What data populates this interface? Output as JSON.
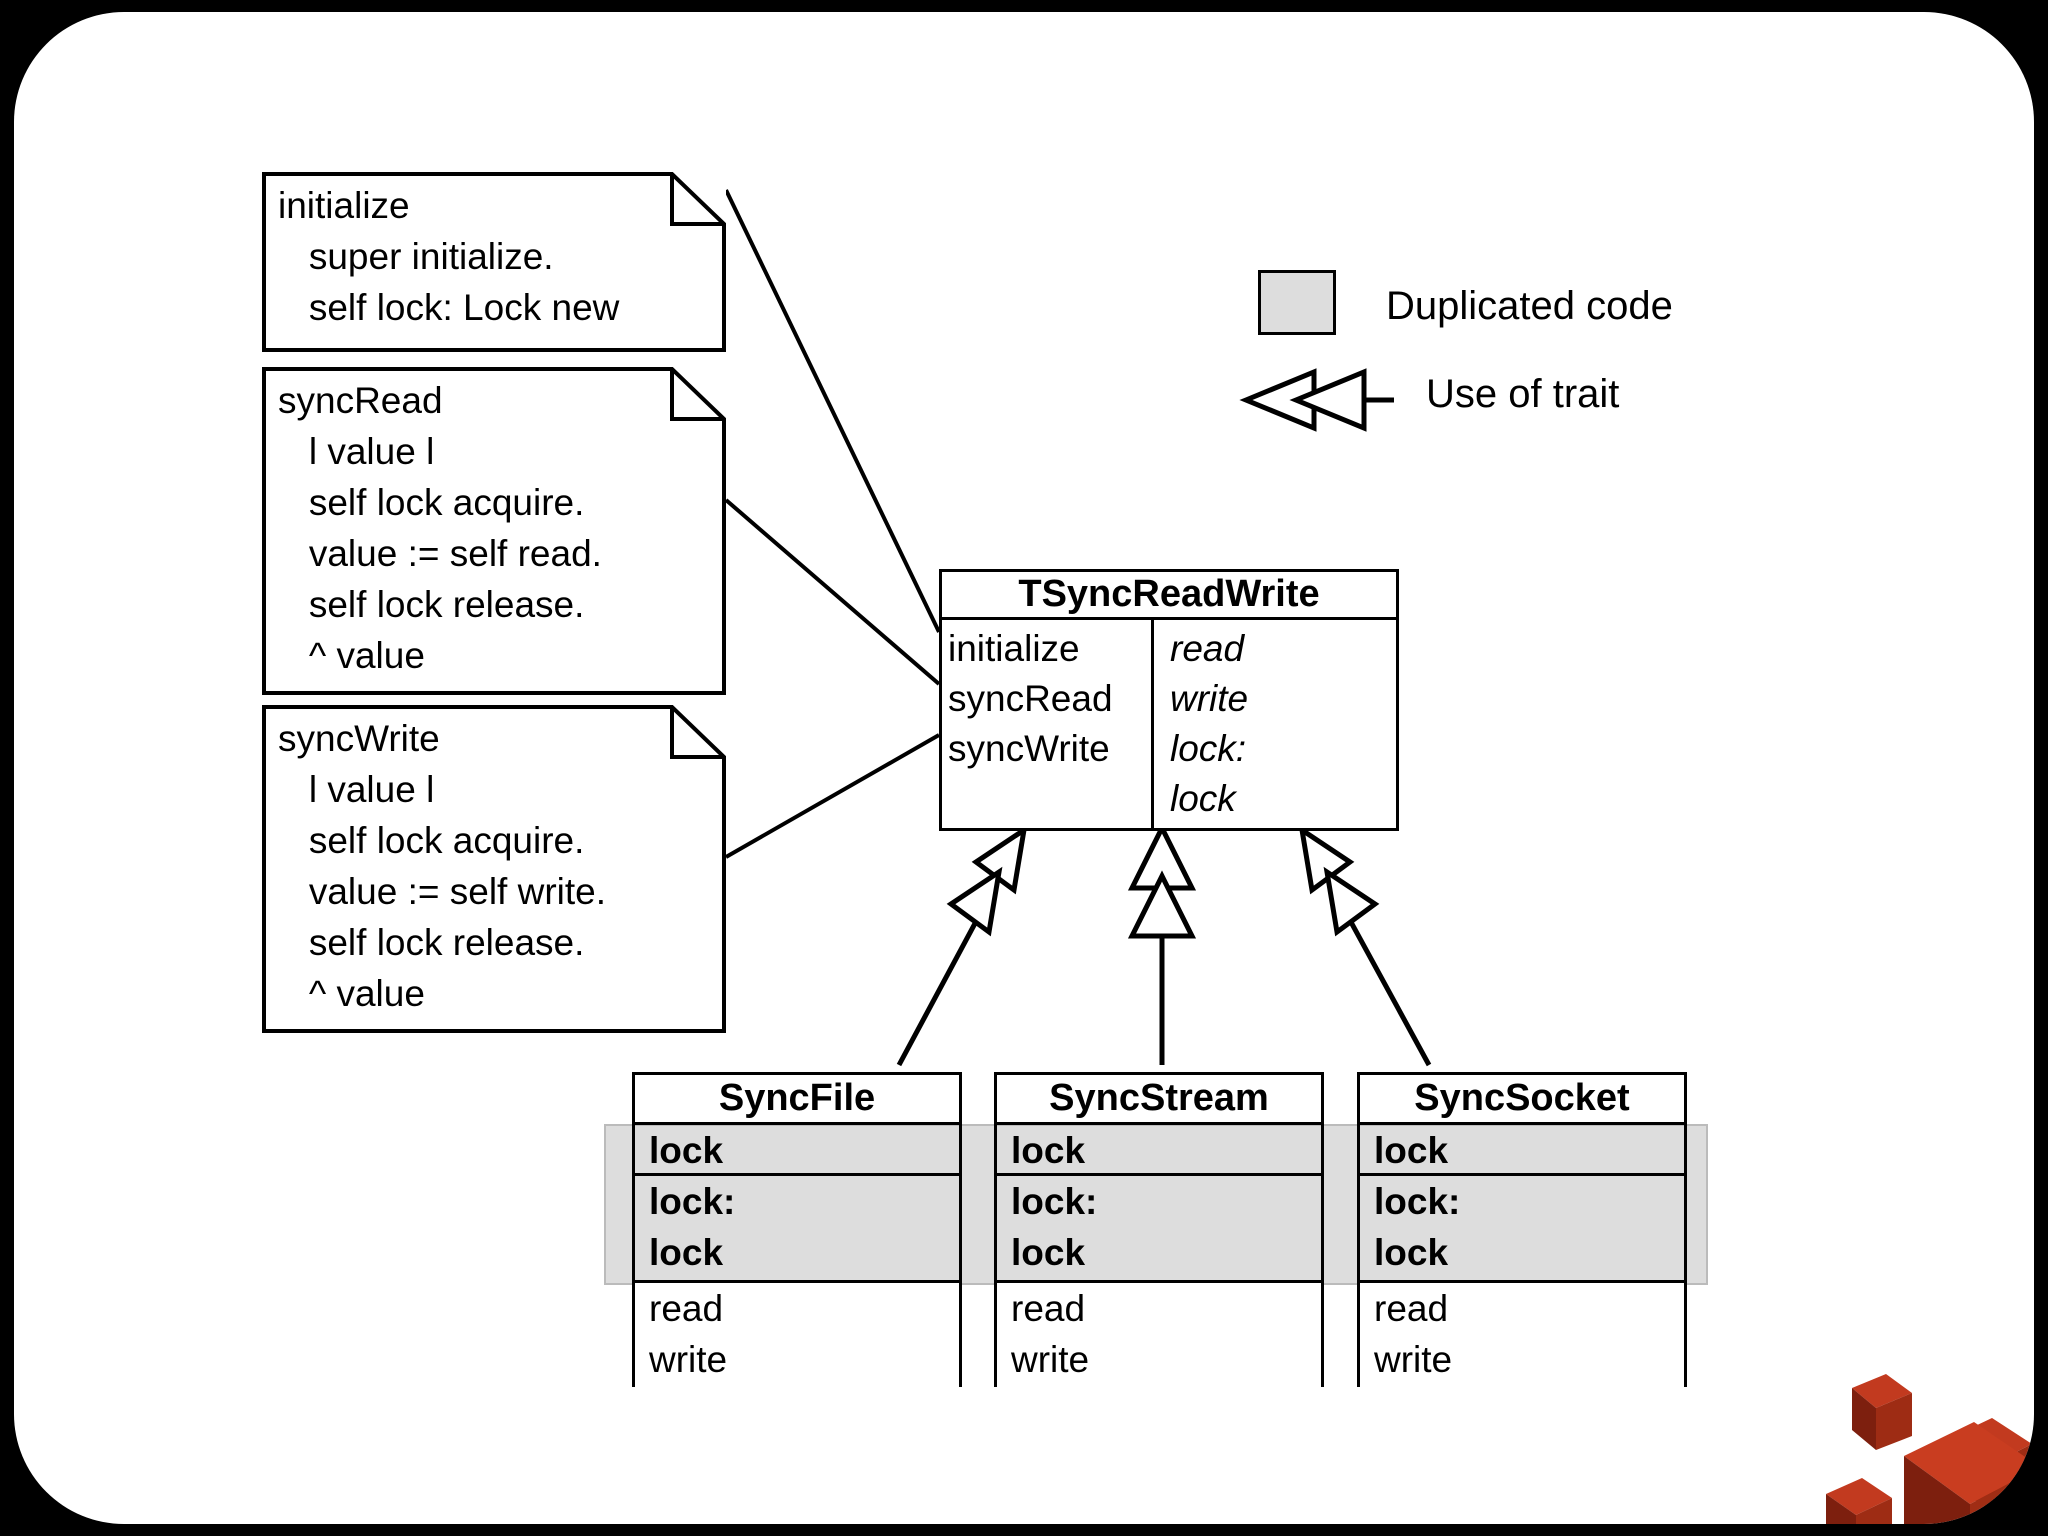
{
  "slide": {
    "background_color": "#000000",
    "canvas_color": "#ffffff"
  },
  "notes": [
    {
      "name": "initialize",
      "text": "initialize\n   super initialize.\n   self lock: Lock new"
    },
    {
      "name": "syncRead",
      "text": "syncRead\n   l value l\n   self lock acquire.\n   value := self read.\n   self lock release.\n   ^ value"
    },
    {
      "name": "syncWrite",
      "text": "syncWrite\n   l value l\n   self lock acquire.\n   value := self write.\n   self lock release.\n   ^ value"
    }
  ],
  "trait": {
    "title": "TSyncReadWrite",
    "provided": [
      "initialize",
      "syncRead",
      "syncWrite"
    ],
    "required": [
      "read",
      "write",
      "lock:",
      "lock"
    ]
  },
  "subclasses": [
    {
      "title": "SyncFile",
      "duplicated_first": [
        "lock"
      ],
      "duplicated_second": [
        "lock:",
        "lock"
      ],
      "own": [
        "read",
        "write"
      ]
    },
    {
      "title": "SyncStream",
      "duplicated_first": [
        "lock"
      ],
      "duplicated_second": [
        "lock:",
        "lock"
      ],
      "own": [
        "read",
        "write"
      ]
    },
    {
      "title": "SyncSocket",
      "duplicated_first": [
        "lock"
      ],
      "duplicated_second": [
        "lock:",
        "lock"
      ],
      "own": [
        "read",
        "write"
      ]
    }
  ],
  "legend": {
    "duplicated_code_label": "Duplicated code",
    "use_of_trait_label": "Use of trait",
    "duplicated_swatch_color": "#dddddd"
  },
  "logo": {
    "name": "red-cubes-logo",
    "color": "#b5311a"
  }
}
